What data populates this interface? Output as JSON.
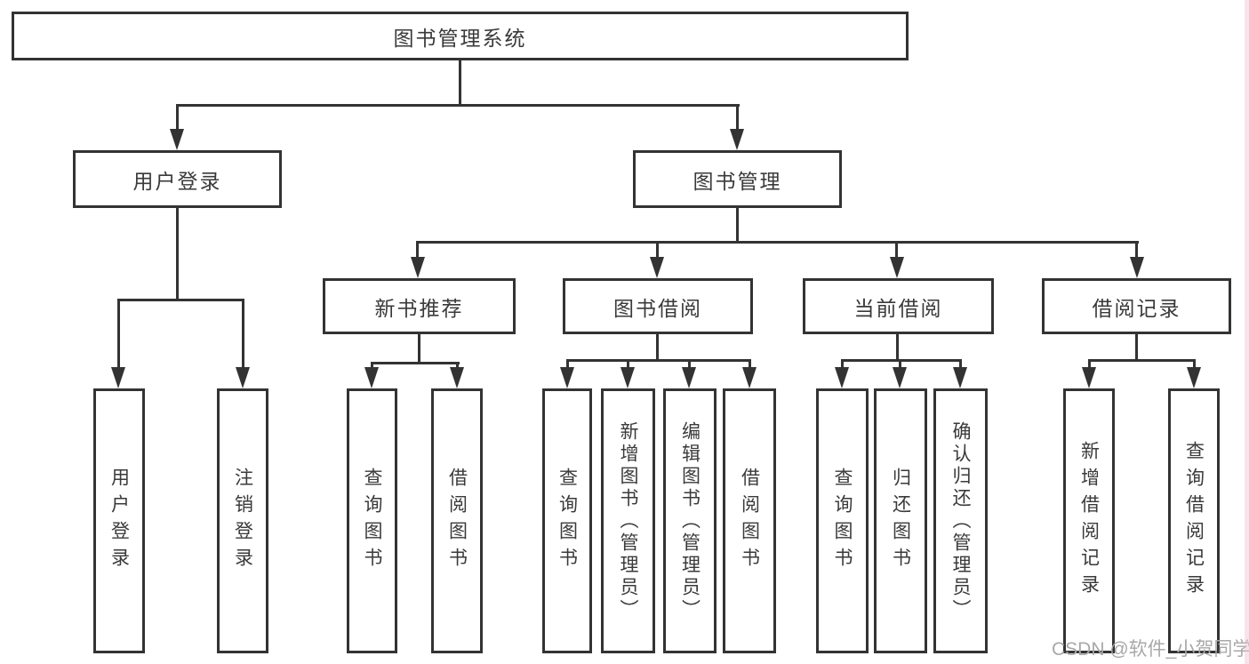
{
  "colors": {
    "line": "#333333",
    "text": "#3a3a3a",
    "background": "#ffffff",
    "watermark": "#a8a8a8",
    "edge_tint": "#f3c2cd"
  },
  "tree": {
    "label": "图书管理系统",
    "children": [
      {
        "label": "用户登录",
        "children": [
          {
            "label": "用户登录"
          },
          {
            "label": "注销登录"
          }
        ]
      },
      {
        "label": "图书管理",
        "children": [
          {
            "label": "新书推荐",
            "children": [
              {
                "label": "查询图书"
              },
              {
                "label": "借阅图书"
              }
            ]
          },
          {
            "label": "图书借阅",
            "children": [
              {
                "label": "查询图书"
              },
              {
                "label": "新增图书（管理员）"
              },
              {
                "label": "编辑图书（管理员）"
              },
              {
                "label": "借阅图书"
              }
            ]
          },
          {
            "label": "当前借阅",
            "children": [
              {
                "label": "查询图书"
              },
              {
                "label": "归还图书"
              },
              {
                "label": "确认归还（管理员）"
              }
            ]
          },
          {
            "label": "借阅记录",
            "children": [
              {
                "label": "新增借阅记录"
              },
              {
                "label": "查询借阅记录"
              }
            ]
          }
        ]
      }
    ]
  },
  "watermark": "CSDN @软件_小贺同学"
}
